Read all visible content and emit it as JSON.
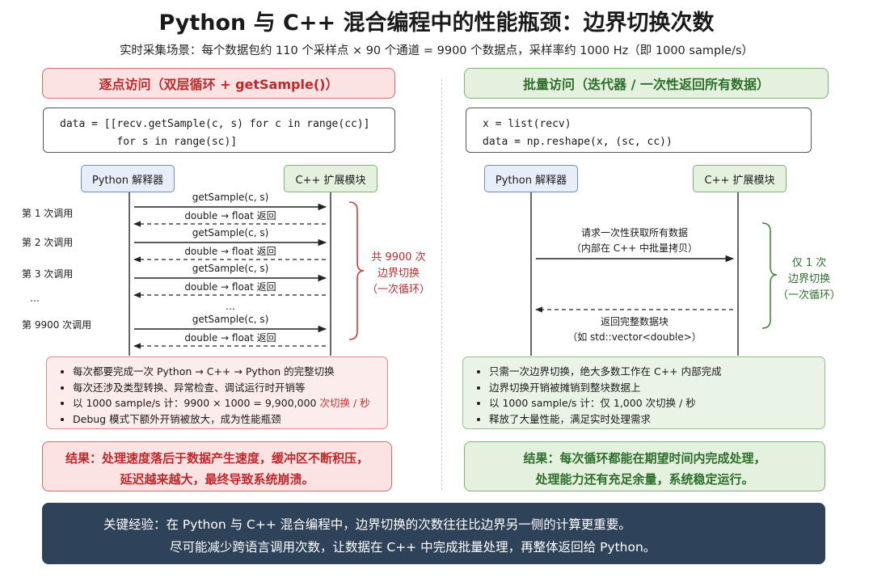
{
  "title": "Python 与 C++ 混合编程中的性能瓶颈：边界切换次数",
  "subtitle": "实时采集场景：每个数据包约 110 个采样点 × 90 个通道 = 9900 个数据点，采样率约 1000 Hz（即 1000 sample/s）",
  "left": {
    "header": "逐点访问（双层循环 + getSample()）",
    "code": [
      "data = [[recv.getSample(c, s) for c in range(cc)]",
      "         for s in range(sc)]"
    ],
    "python_box": "Python 解释器",
    "cpp_box": "C++ 扩展模块",
    "call_label": "getSample(c, s)",
    "return_label": "double → float 返回",
    "ellipsis": "…",
    "call_names": [
      "第 1 次调用",
      "第 2 次调用",
      "第 3 次调用",
      "…",
      "第 9900 次调用"
    ],
    "count": [
      "共 9900 次",
      "边界切换",
      "（一次循环）"
    ],
    "bullets": [
      "每次都要完成一次 Python → C++ → Python 的完整切换",
      "每次还涉及类型转换、异常检查、调试运行时开销等",
      "以 1000 sample/s 计：9900 × 1000 = 9,900,000 ",
      "Debug 模式下额外开销被放大，成为性能瓶颈"
    ],
    "bullet_highlight": "次切换 / 秒",
    "result": [
      "结果：处理速度落后于数据产生速度，缓冲区不断积压，",
      "延迟越来越大，最终导致系统崩溃。"
    ]
  },
  "right": {
    "header": "批量访问（迭代器 / 一次性返回所有数据）",
    "code": [
      "x = list(recv)",
      "data = np.reshape(x, (sc, cc))"
    ],
    "python_box": "Python 解释器",
    "cpp_box": "C++ 扩展模块",
    "request_label": [
      "请求一次性获取所有数据",
      "（内部在 C++ 中批量拷贝）"
    ],
    "return_label": [
      "返回完整数据块",
      "（如 std::vector<double>）"
    ],
    "count": [
      "仅 1 次",
      "边界切换",
      "（一次循环）"
    ],
    "bullets": [
      "只需一次边界切换，绝大多数工作在 C++ 内部完成",
      "边界切换开销被摊销到整块数据上",
      "以 1000 sample/s 计：仅 1,000 次切换 / 秒",
      "释放了大量性能，满足实时处理需求"
    ],
    "result": [
      "结果：每次循环都能在期望时间内完成处理，",
      "处理能力还有充足余量，系统稳定运行。"
    ]
  },
  "banner": {
    "line1": "关键经验：在 Python 与 C++ 混合编程中，边界切换的次数往往比边界另一侧的计算更重要。",
    "line2": "尽可能减少跨语言调用次数，让数据在 C++ 中完成批量处理，再整体返回给 Python。"
  },
  "colors": {
    "red_accent": "#c0282b",
    "green_accent": "#2c6e2a",
    "banner_bg": "#2e4259",
    "bulb": "#f3c543"
  }
}
